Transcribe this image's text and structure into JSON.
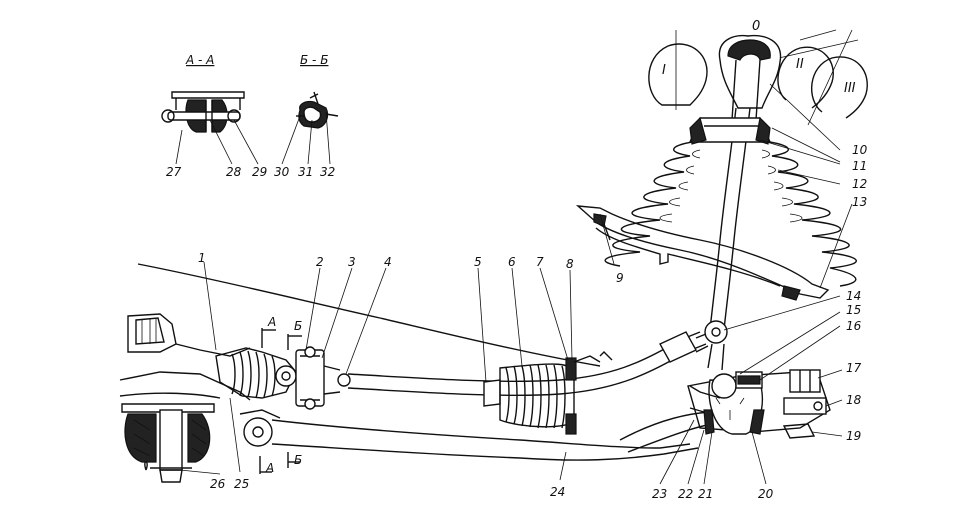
{
  "sections": {
    "aa": "А - А",
    "bb": "Б - Б"
  },
  "section_marks": {
    "a_upper": "А",
    "b_upper": "Б",
    "a_lower": "А",
    "b_lower": "Б"
  },
  "gears": {
    "g0": "0",
    "g1": "I",
    "g2": "II",
    "g3": "III"
  },
  "callouts": {
    "c1": "1",
    "c2": "2",
    "c3": "3",
    "c4": "4",
    "c5": "5",
    "c6": "6",
    "c7": "7",
    "c8": "8",
    "c9": "9",
    "c10": "10",
    "c11": "11",
    "c12": "12",
    "c13": "13",
    "c14": "14",
    "c15": "15",
    "c16": "16",
    "c17": "17",
    "c18": "18",
    "c19": "19",
    "c20": "20",
    "c21": "21",
    "c22": "22",
    "c23": "23",
    "c24": "24",
    "c25": "25",
    "c26": "26",
    "c27": "27",
    "c28": "28",
    "c29": "29",
    "c30": "30",
    "c31": "31",
    "c32": "32"
  }
}
